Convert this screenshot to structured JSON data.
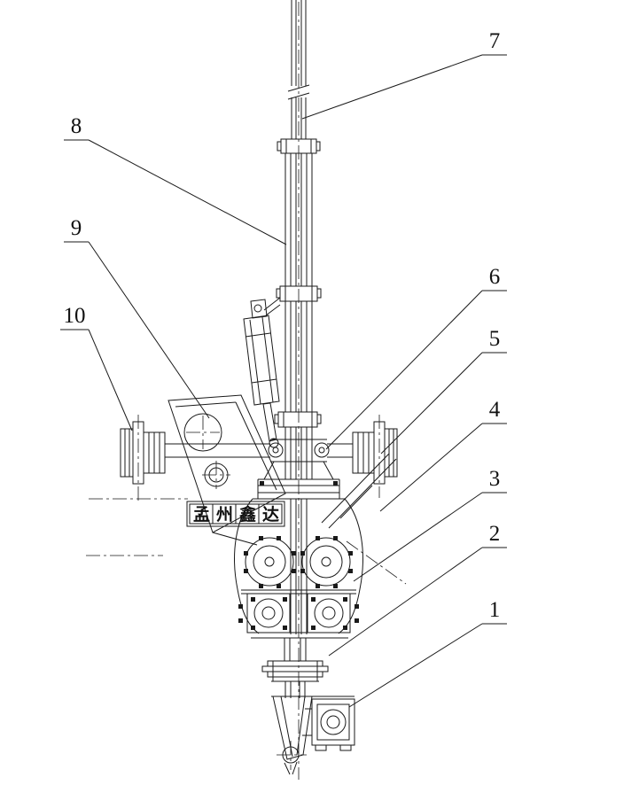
{
  "colors": {
    "line": "#1a1a1a",
    "background": "#ffffff",
    "text": "#111111"
  },
  "callouts": [
    {
      "label": "1"
    },
    {
      "label": "2"
    },
    {
      "label": "3"
    },
    {
      "label": "4"
    },
    {
      "label": "5"
    },
    {
      "label": "6"
    },
    {
      "label": "7"
    },
    {
      "label": "8"
    },
    {
      "label": "9"
    },
    {
      "label": "10"
    }
  ],
  "label_plate": {
    "text": "孟州鑫达"
  }
}
